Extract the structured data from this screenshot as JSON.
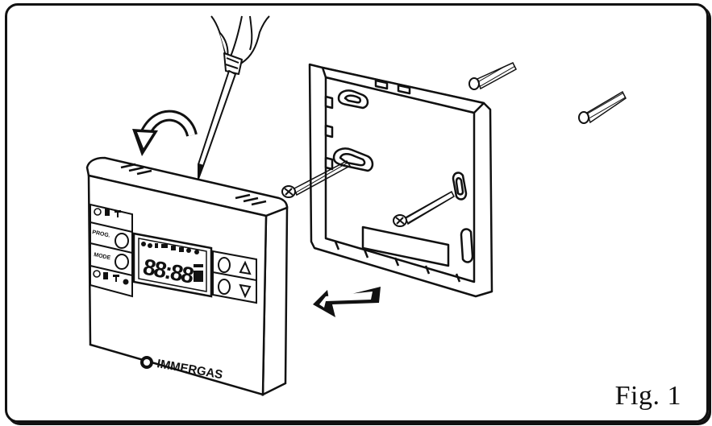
{
  "figure": {
    "caption": "Fig. 1",
    "brand": "IMMERGAS",
    "buttons": {
      "prog": "PROG.",
      "mode": "MODE"
    },
    "display": {
      "digits": "88:88"
    },
    "icons": [
      "clock-icon",
      "radiator-icon",
      "tap-icon",
      "flame-icon",
      "arrow-up-icon",
      "arrow-down-icon"
    ]
  }
}
